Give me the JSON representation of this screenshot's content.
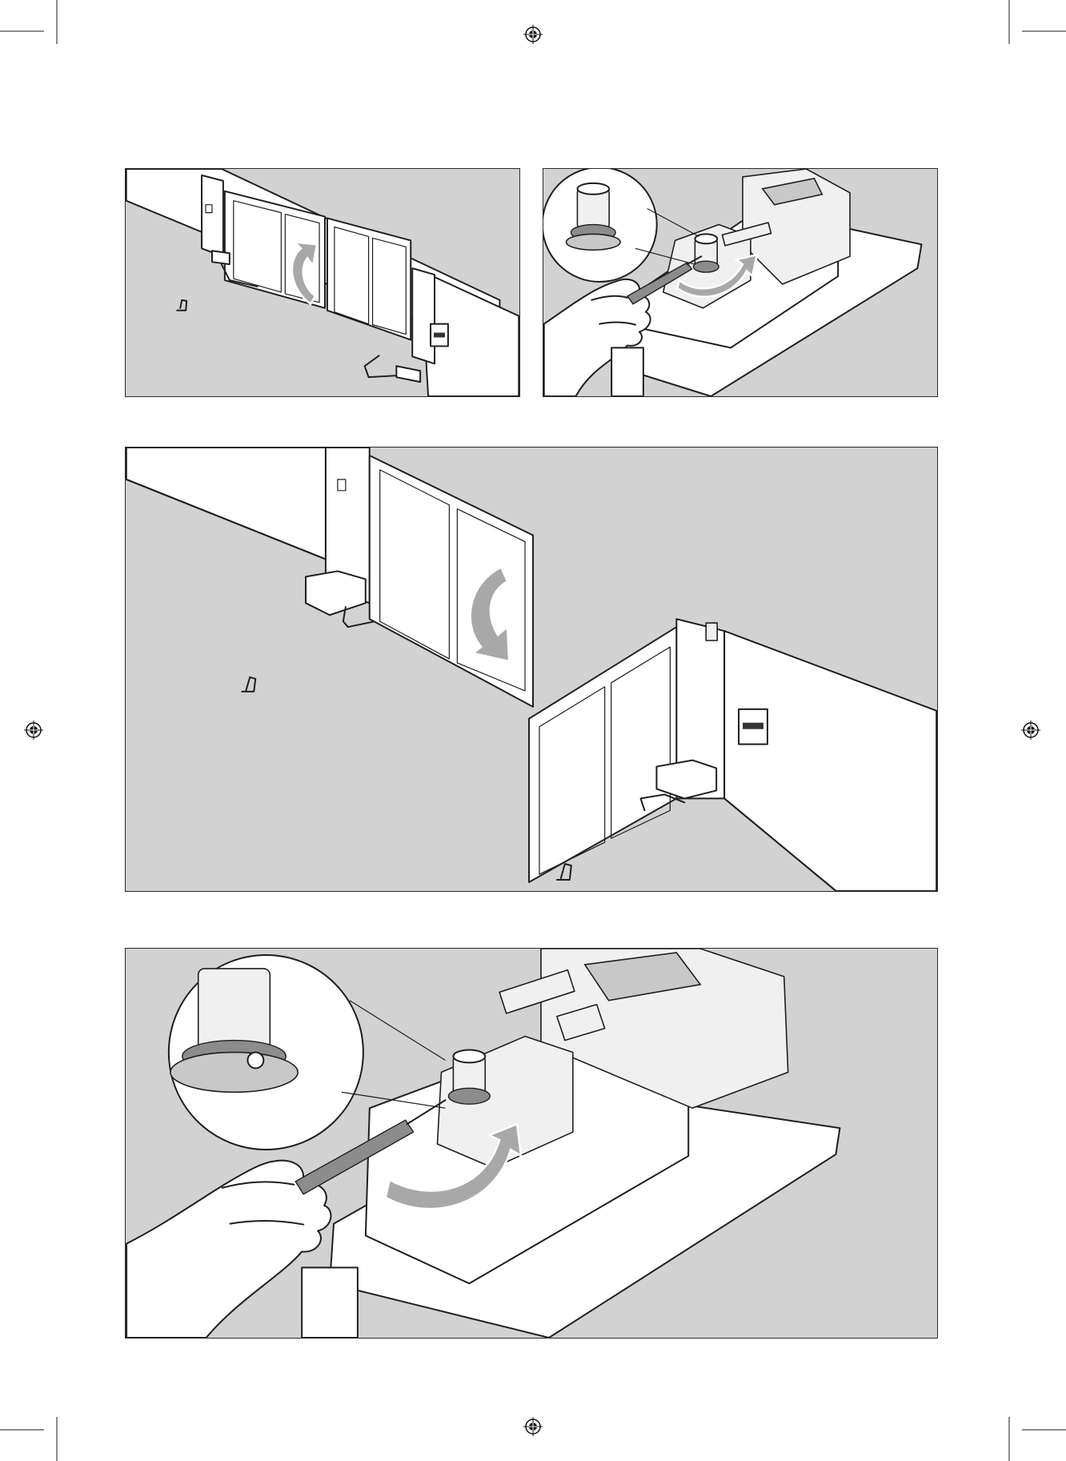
{
  "page": {
    "background": "#ffffff",
    "panel_background": "#d2d2d2",
    "line_color": "#1e1e1e",
    "arrow_color": "#a8a8a8"
  },
  "figures": [
    {
      "id": "gate-double-leaf-small",
      "icon": "swing-gate-illustration"
    },
    {
      "id": "motor-release-small",
      "icon": "gate-operator-release-illustration"
    },
    {
      "id": "gate-leaf-opening-large",
      "icon": "swing-gate-illustration"
    },
    {
      "id": "motor-release-large",
      "icon": "gate-operator-release-illustration"
    }
  ],
  "print_marks": {
    "registration_icon": "registration-target-icon",
    "crop_icon": "crop-mark-icon"
  }
}
